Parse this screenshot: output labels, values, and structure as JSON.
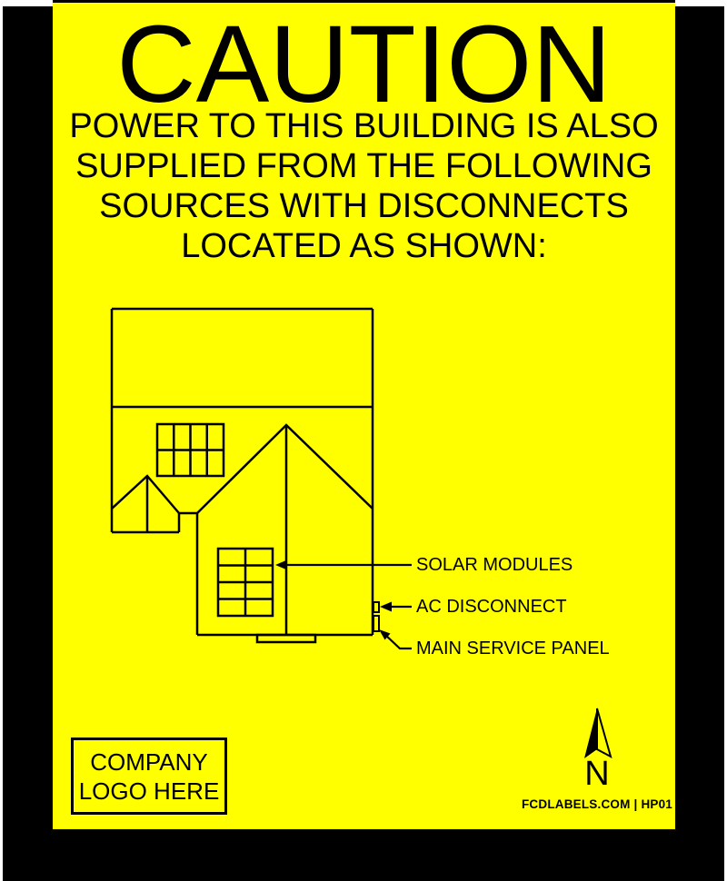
{
  "colors": {
    "label_bg": "#FFFF00",
    "ink": "#000000",
    "page_bg": "#FFFFFF"
  },
  "header": {
    "title": "CAUTION",
    "lines": [
      "POWER TO THIS BUILDING IS ALSO",
      "SUPPLIED FROM THE FOLLOWING",
      "SOURCES WITH DISCONNECTS",
      "LOCATED AS SHOWN:"
    ]
  },
  "diagram": {
    "description": "line drawing of building with solar modules, ac disconnect and main service panel callouts",
    "callouts": [
      {
        "label": "SOLAR MODULES"
      },
      {
        "label": "AC DISCONNECT"
      },
      {
        "label": "MAIN SERVICE PANEL"
      }
    ]
  },
  "footer": {
    "logo": {
      "line1": "COMPANY",
      "line2": "LOGO HERE"
    },
    "compass": {
      "letter": "N"
    },
    "brand": "FCDLABELS.COM | HP01"
  }
}
